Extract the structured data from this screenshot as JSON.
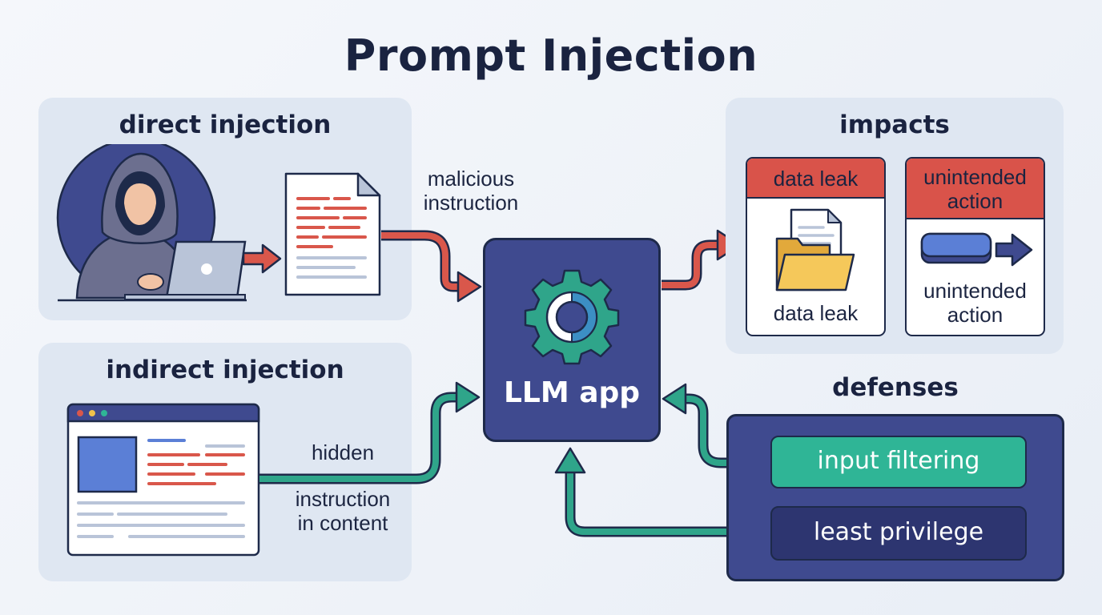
{
  "title": "Prompt Injection",
  "direct": {
    "heading": "direct injection",
    "arrow_label_line1": "malicious",
    "arrow_label_line2": "instruction"
  },
  "indirect": {
    "heading": "indirect injection",
    "label_hidden": "hidden",
    "label_line2": "instruction",
    "label_line3": "in content"
  },
  "center": {
    "label": "LLM app"
  },
  "impacts": {
    "heading": "impacts",
    "card1_header": "data leak",
    "card1_label": "data leak",
    "card2_header_line1": "unintended",
    "card2_header_line2": "action",
    "card2_label_line1": "unintended",
    "card2_label_line2": "action"
  },
  "defenses": {
    "heading": "defenses",
    "item1": "input filtering",
    "item2": "least privilege"
  },
  "colors": {
    "attack_arrow": "#d9574b",
    "defense_arrow": "#2fa58a",
    "llm_box": "#3f4a8f",
    "filter_button": "#2fb596",
    "privilege_button": "#2d3570"
  }
}
